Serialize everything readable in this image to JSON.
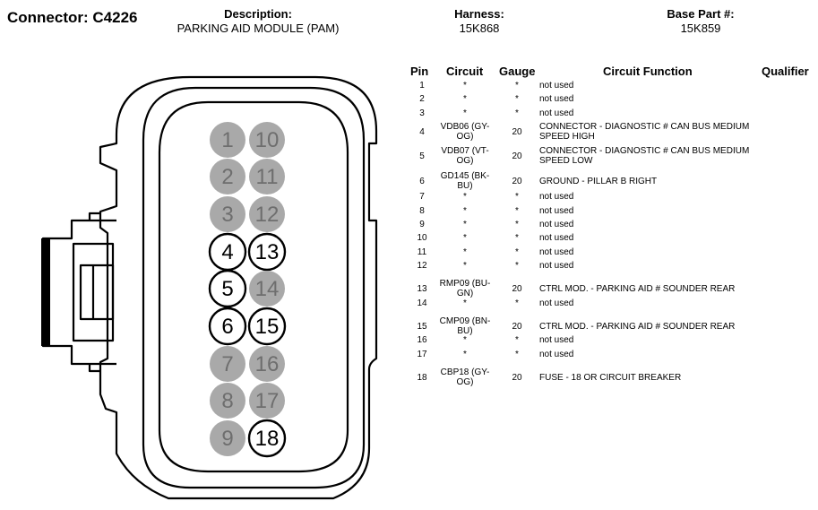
{
  "header": {
    "connector_title": "Connector: C4226",
    "description_label": "Description:",
    "description_value": "PARKING AID MODULE (PAM)",
    "harness_label": "Harness:",
    "harness_value": "15K868",
    "base_part_label": "Base Part #:",
    "base_part_value": "15K859"
  },
  "table": {
    "columns": [
      "Pin",
      "Circuit",
      "Gauge",
      "Circuit Function",
      "Qualifier"
    ],
    "rows": [
      {
        "pin": "1",
        "circuit": "*",
        "gauge": "*",
        "function": "not used"
      },
      {
        "pin": "2",
        "circuit": "*",
        "gauge": "*",
        "function": "not used"
      },
      {
        "pin": "3",
        "circuit": "*",
        "gauge": "*",
        "function": "not used"
      },
      {
        "pin": "4",
        "circuit": "VDB06 (GY-OG)",
        "gauge": "20",
        "function": "CONNECTOR - DIAGNOSTIC # CAN BUS MEDIUM SPEED HIGH"
      },
      {
        "pin": "5",
        "circuit": "VDB07 (VT-OG)",
        "gauge": "20",
        "function": "CONNECTOR - DIAGNOSTIC # CAN BUS MEDIUM SPEED LOW"
      },
      {
        "pin": "6",
        "circuit": "GD145 (BK-BU)",
        "gauge": "20",
        "function": "GROUND - PILLAR B RIGHT"
      },
      {
        "pin": "7",
        "circuit": "*",
        "gauge": "*",
        "function": "not used"
      },
      {
        "pin": "8",
        "circuit": "*",
        "gauge": "*",
        "function": "not used"
      },
      {
        "pin": "9",
        "circuit": "*",
        "gauge": "*",
        "function": "not used"
      },
      {
        "pin": "10",
        "circuit": "*",
        "gauge": "*",
        "function": "not used"
      },
      {
        "pin": "11",
        "circuit": "*",
        "gauge": "*",
        "function": "not used"
      },
      {
        "pin": "12",
        "circuit": "*",
        "gauge": "*",
        "function": "not used"
      },
      {
        "pin": "13",
        "circuit": "RMP09 (BU-GN)",
        "gauge": "20",
        "function": "CTRL MOD. - PARKING AID # SOUNDER REAR"
      },
      {
        "pin": "14",
        "circuit": "*",
        "gauge": "*",
        "function": "not used"
      },
      {
        "pin": "15",
        "circuit": "CMP09 (BN-BU)",
        "gauge": "20",
        "function": "CTRL MOD. - PARKING AID # SOUNDER REAR"
      },
      {
        "pin": "16",
        "circuit": "*",
        "gauge": "*",
        "function": "not used"
      },
      {
        "pin": "17",
        "circuit": "*",
        "gauge": "*",
        "function": "not used"
      },
      {
        "pin": "18",
        "circuit": "CBP18 (GY-OG)",
        "gauge": "20",
        "function": "FUSE - 18 OR CIRCUIT BREAKER"
      }
    ]
  },
  "connector_pins": [
    {
      "label": "1",
      "used": false
    },
    {
      "label": "10",
      "used": false
    },
    {
      "label": "2",
      "used": false
    },
    {
      "label": "11",
      "used": false
    },
    {
      "label": "3",
      "used": false
    },
    {
      "label": "12",
      "used": false
    },
    {
      "label": "4",
      "used": true
    },
    {
      "label": "13",
      "used": true
    },
    {
      "label": "5",
      "used": true
    },
    {
      "label": "14",
      "used": false
    },
    {
      "label": "6",
      "used": true
    },
    {
      "label": "15",
      "used": true
    },
    {
      "label": "7",
      "used": false
    },
    {
      "label": "16",
      "used": false
    },
    {
      "label": "8",
      "used": false
    },
    {
      "label": "17",
      "used": false
    },
    {
      "label": "9",
      "used": false
    },
    {
      "label": "18",
      "used": true
    }
  ],
  "colors": {
    "unused_pin_fill": "#a9a9a9",
    "unused_pin_text": "#6e6e6e",
    "used_pin_fill": "#ffffff",
    "outline": "#000000"
  }
}
